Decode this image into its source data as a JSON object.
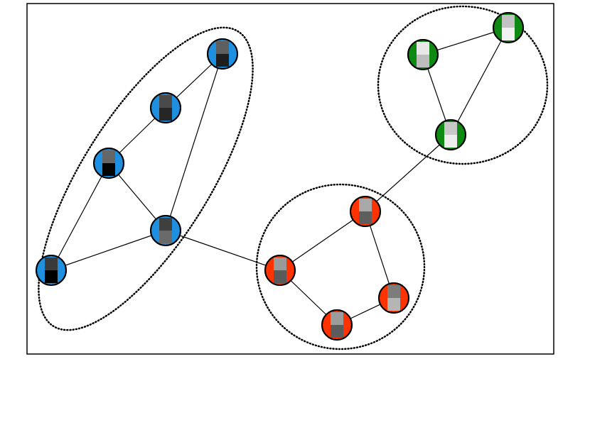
{
  "colors": {
    "background": "#ffffff",
    "frame": "#000000",
    "edge": "#000000",
    "cluster_outline": "#000000",
    "cluster_blue": "#1f8fe0",
    "cluster_red": "#ff3300",
    "cluster_green": "#0e8a12"
  },
  "clusters": [
    {
      "id": "blue",
      "color_key": "cluster_blue"
    },
    {
      "id": "red",
      "color_key": "cluster_red"
    },
    {
      "id": "green",
      "color_key": "cluster_green"
    }
  ],
  "nodes": [
    {
      "id": "b1",
      "cluster": "blue",
      "top_shade": "#5f5f5f",
      "bottom_shade": "#1e1e1e"
    },
    {
      "id": "b2",
      "cluster": "blue",
      "top_shade": "#4a4a4a",
      "bottom_shade": "#262626"
    },
    {
      "id": "b3",
      "cluster": "blue",
      "top_shade": "#666666",
      "bottom_shade": "#050505"
    },
    {
      "id": "b4",
      "cluster": "blue",
      "top_shade": "#3f3f3f",
      "bottom_shade": "#6a6a6a"
    },
    {
      "id": "b5",
      "cluster": "blue",
      "top_shade": "#3a3a3a",
      "bottom_shade": "#000000"
    },
    {
      "id": "r1",
      "cluster": "red",
      "top_shade": "#a8a8a8",
      "bottom_shade": "#5e5e5e"
    },
    {
      "id": "r2",
      "cluster": "red",
      "top_shade": "#9a9a9a",
      "bottom_shade": "#5a5a5a"
    },
    {
      "id": "r3",
      "cluster": "red",
      "top_shade": "#7c7c7c",
      "bottom_shade": "#b5b5b5"
    },
    {
      "id": "r4",
      "cluster": "red",
      "top_shade": "#9c9c9c",
      "bottom_shade": "#5c5c5c"
    },
    {
      "id": "g1",
      "cluster": "green",
      "top_shade": "#e8e8e8",
      "bottom_shade": "#bdbdbd"
    },
    {
      "id": "g2",
      "cluster": "green",
      "top_shade": "#c2c2c2",
      "bottom_shade": "#f2f2f2"
    },
    {
      "id": "g3",
      "cluster": "green",
      "top_shade": "#c8c8c8",
      "bottom_shade": "#ededed"
    }
  ],
  "edges": [
    [
      "b1",
      "b2"
    ],
    [
      "b2",
      "b3"
    ],
    [
      "b1",
      "b4"
    ],
    [
      "b3",
      "b4"
    ],
    [
      "b3",
      "b5"
    ],
    [
      "b4",
      "b5"
    ],
    [
      "b4",
      "r2"
    ],
    [
      "r1",
      "r2"
    ],
    [
      "r1",
      "r3"
    ],
    [
      "r2",
      "r4"
    ],
    [
      "r3",
      "r4"
    ],
    [
      "r1",
      "g3"
    ],
    [
      "g1",
      "g2"
    ],
    [
      "g1",
      "g3"
    ],
    [
      "g2",
      "g3"
    ]
  ]
}
